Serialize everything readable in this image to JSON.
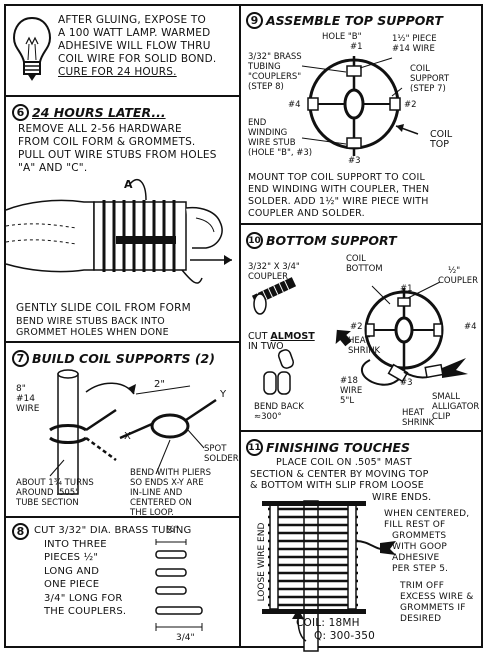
{
  "panel_top_left": {
    "text_lines": [
      "AFTER GLUING, EXPOSE TO",
      "A 100 WATT LAMP. WARMED",
      "ADHESIVE WILL FLOW THRU",
      "COIL WIRE FOR SOLID BOND."
    ],
    "cure_line": "CURE FOR 24 HOURS."
  },
  "step6": {
    "number": "6",
    "title": "24 HOURS LATER...",
    "text_lines": [
      "REMOVE ALL 2-56 HARDWARE",
      "FROM COIL FORM & GROMMETS.",
      "PULL OUT WIRE STUBS FROM HOLES",
      "\"A\" AND \"C\"."
    ],
    "label_a": "A",
    "caption1": "GENTLY SLIDE COIL FROM FORM",
    "caption2_lines": [
      "BEND WIRE STUBS BACK INTO",
      "GROMMET HOLES WHEN DONE"
    ]
  },
  "step7": {
    "number": "7",
    "title": "BUILD COIL SUPPORTS (2)",
    "wire_label": [
      "8\"",
      "#14",
      "WIRE"
    ],
    "length_label": "2\"",
    "x_label": "X",
    "y_label": "Y",
    "spot_solder": [
      "SPOT",
      "SOLDER"
    ],
    "turns_label": [
      "ABOUT 1¾ TURNS",
      "AROUND .505\"",
      "TUBE SECTION"
    ],
    "bend_label": [
      "BEND WITH PLIERS",
      "SO ENDS X-Y ARE",
      "IN-LINE AND",
      "CENTERED ON",
      "THE LOOP."
    ]
  },
  "step8": {
    "number": "8",
    "text_lines": [
      "CUT 3/32\" DIA. BRASS TUBING",
      "INTO THREE",
      "PIECES ½\"",
      "LONG AND",
      "ONE PIECE",
      "3/4\" LONG FOR",
      "THE COUPLERS."
    ],
    "dim_half": "½\"",
    "dim_three_quarter": "3/4\""
  },
  "step9": {
    "number": "9",
    "title": "ASSEMBLE TOP SUPPORT",
    "hole_b": "HOLE \"B\"",
    "mark1": "#1",
    "mark2": "#2",
    "mark3": "#3",
    "mark4": "#4",
    "tubing_label": [
      "3/32\" BRASS",
      "TUBING",
      "\"COUPLERS\"",
      "(STEP 8)"
    ],
    "piece_label": [
      "1½\" PIECE",
      "#14 WIRE"
    ],
    "support_label": [
      "COIL",
      "SUPPORT",
      "(STEP 7)"
    ],
    "stub_label": [
      "END",
      "WINDING",
      "WIRE STUB",
      "(HOLE \"B\", #3)"
    ],
    "coil_top": [
      "COIL",
      "TOP"
    ],
    "text_lines": [
      "MOUNT TOP COIL SUPPORT TO COIL",
      "END WINDING WITH COUPLER, THEN",
      "SOLDER. ADD 1½\" WIRE PIECE WITH",
      "COUPLER AND SOLDER."
    ]
  },
  "step10": {
    "number": "10",
    "title": "BOTTOM SUPPORT",
    "coupler_label": [
      "3/32\" x 3/4\"",
      "COUPLER"
    ],
    "coil_bottom": [
      "COIL",
      "BOTTOM"
    ],
    "half_coupler": [
      "½\"",
      "COUPLER"
    ],
    "mark1": "#1",
    "mark2": "#2",
    "mark3": "#3",
    "mark4": "#4",
    "cut_pre": "CUT",
    "cut_almost": "ALMOST",
    "cut_post": "IN TWO",
    "heat_shrink1": [
      "HEAT",
      "SHRINK"
    ],
    "wire18": [
      "#18",
      "WIRE",
      "5\"L"
    ],
    "heat_shrink2": [
      "HEAT",
      "SHRINK"
    ],
    "alligator": [
      "SMALL",
      "ALLIGATOR",
      "CLIP"
    ],
    "bend_back": [
      "BEND BACK",
      "≈300°"
    ]
  },
  "step11": {
    "number": "11",
    "title": "FINISHING TOUCHES",
    "text_lines": [
      "PLACE COIL ON .505\" MAST",
      "SECTION & CENTER BY MOVING TOP",
      "& BOTTOM WITH SLIP FROM LOOSE",
      "WIRE ENDS."
    ],
    "centered_lines": [
      "WHEN CENTERED,",
      "FILL REST OF",
      "GROMMETS",
      "WITH GOOP",
      "ADHESIVE",
      "PER STEP 5."
    ],
    "trim_lines": [
      "TRIM OFF",
      "EXCESS WIRE &",
      "GROMMETS IF",
      "DESIRED"
    ],
    "loose_wire": "LOOSE WIRE END",
    "coil_value": "COIL: 18µH",
    "q_value": "Q: 300-350"
  }
}
